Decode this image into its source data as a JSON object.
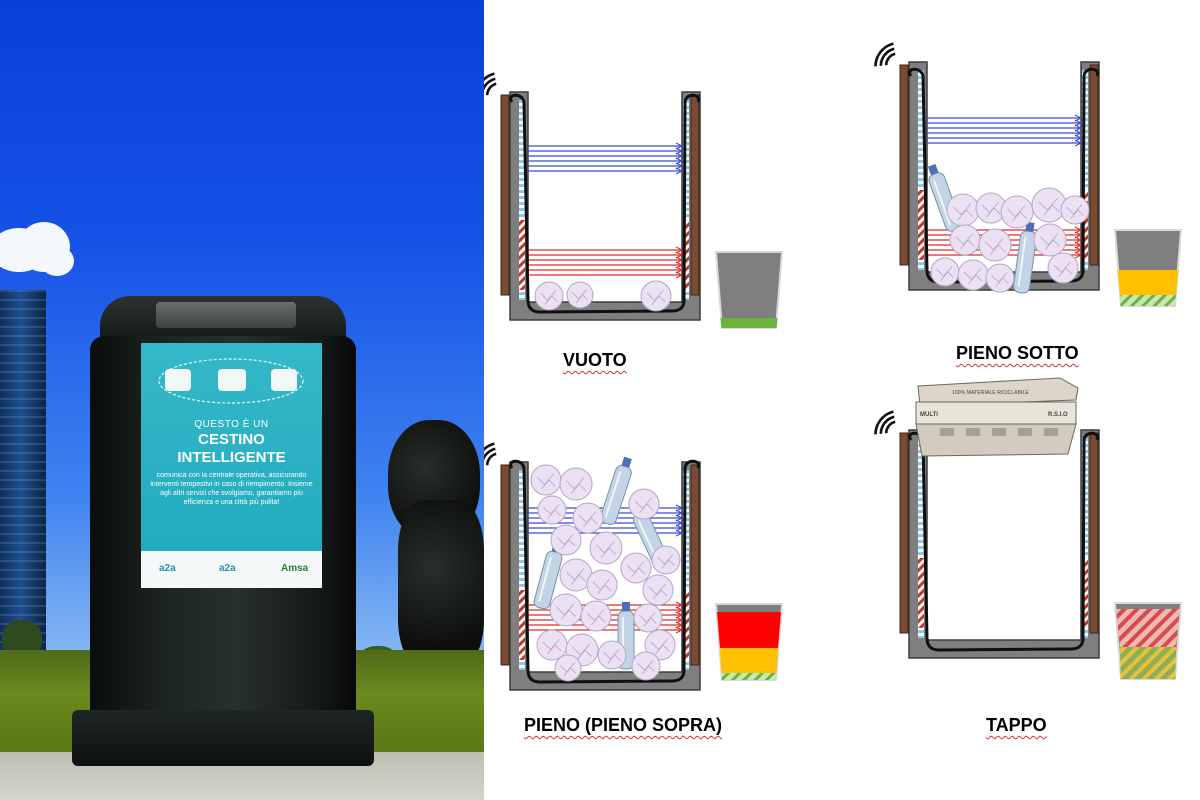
{
  "photo": {
    "poster": {
      "line1": "QUESTO È UN",
      "line2": "CESTINO",
      "line3": "INTELLIGENTE",
      "body": "comunica con la centrale operativa, assicurando interventi tempestivi in caso di riempimento. Insieme agli altri servizi che svolgiamo, garantiamo più efficienza e una città più pulita!",
      "logos": [
        "a2a",
        "a2a",
        "Amsa"
      ]
    }
  },
  "diagram": {
    "panels": [
      {
        "label": "VUOTO",
        "level_color": "#6bb33c"
      },
      {
        "label": "PIENO SOTTO",
        "level_color": "#ffc000"
      },
      {
        "label": "PIENO (PIENO SOPRA)",
        "level_color": "#ff0000"
      },
      {
        "label": "TAPPO",
        "level_color": "#d94b4b"
      }
    ],
    "box_label": "100% MATERIALE RICICLABILE",
    "box_tags": [
      "MULTI",
      "R.S.I.O"
    ]
  },
  "colors": {
    "sky": "#1652e6",
    "poster": "#2bb3c5",
    "bin_frame": "#7f7f7f",
    "sensor_top": "#3a4bd6",
    "sensor_bottom": "#e02a2a",
    "empty": "#6bb33c",
    "half": "#ffc000",
    "full": "#ff0000"
  }
}
